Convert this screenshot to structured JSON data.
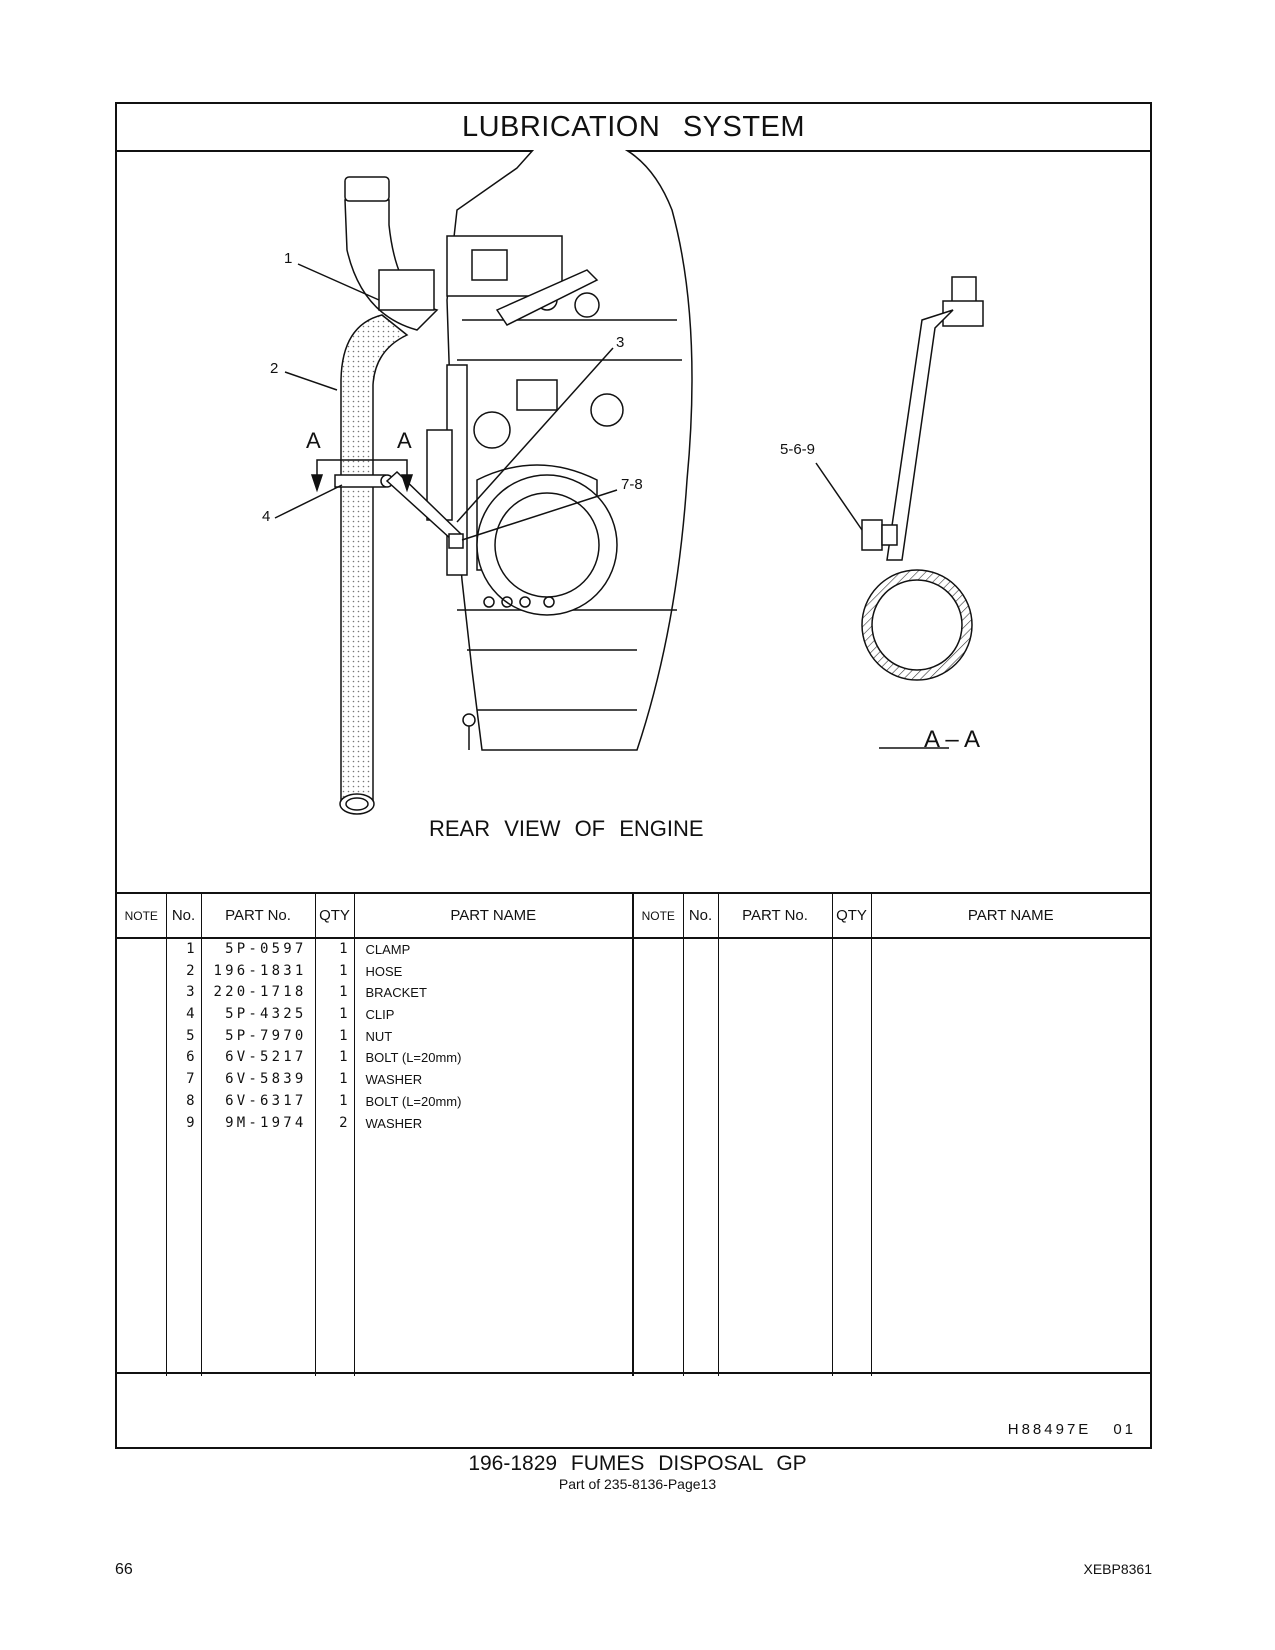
{
  "header": {
    "title": "LUBRICATION SYSTEM"
  },
  "drawing": {
    "callouts": [
      "1",
      "2",
      "3",
      "4",
      "5-6-9",
      "7-8"
    ],
    "section_marks": [
      "A",
      "A"
    ],
    "section_title": "A – A",
    "view_caption": "REAR VIEW OF ENGINE"
  },
  "table": {
    "headers": {
      "note": "NOTE",
      "no": "No.",
      "part_no": "PART No.",
      "qty": "QTY",
      "part_name": "PART NAME"
    },
    "rows": [
      {
        "no": "1",
        "part_no": "5P-0597",
        "qty": "1",
        "name": "CLAMP"
      },
      {
        "no": "2",
        "part_no": "196-1831",
        "qty": "1",
        "name": "HOSE"
      },
      {
        "no": "3",
        "part_no": "220-1718",
        "qty": "1",
        "name": "BRACKET"
      },
      {
        "no": "4",
        "part_no": "5P-4325",
        "qty": "1",
        "name": "CLIP"
      },
      {
        "no": "5",
        "part_no": "5P-7970",
        "qty": "1",
        "name": "NUT"
      },
      {
        "no": "6",
        "part_no": "6V-5217",
        "qty": "1",
        "name": "BOLT (L=20mm)"
      },
      {
        "no": "7",
        "part_no": "6V-5839",
        "qty": "1",
        "name": "WASHER"
      },
      {
        "no": "8",
        "part_no": "6V-6317",
        "qty": "1",
        "name": "BOLT (L=20mm)"
      },
      {
        "no": "9",
        "part_no": "9M-1974",
        "qty": "2",
        "name": "WASHER"
      }
    ]
  },
  "footer": {
    "ref_code": "H88497E",
    "ref_rev": "01",
    "group_title": "196-1829 FUMES DISPOSAL GP",
    "group_subtitle": "Part of 235-8136-Page13",
    "page_number": "66",
    "doc_code": "XEBP8361"
  }
}
